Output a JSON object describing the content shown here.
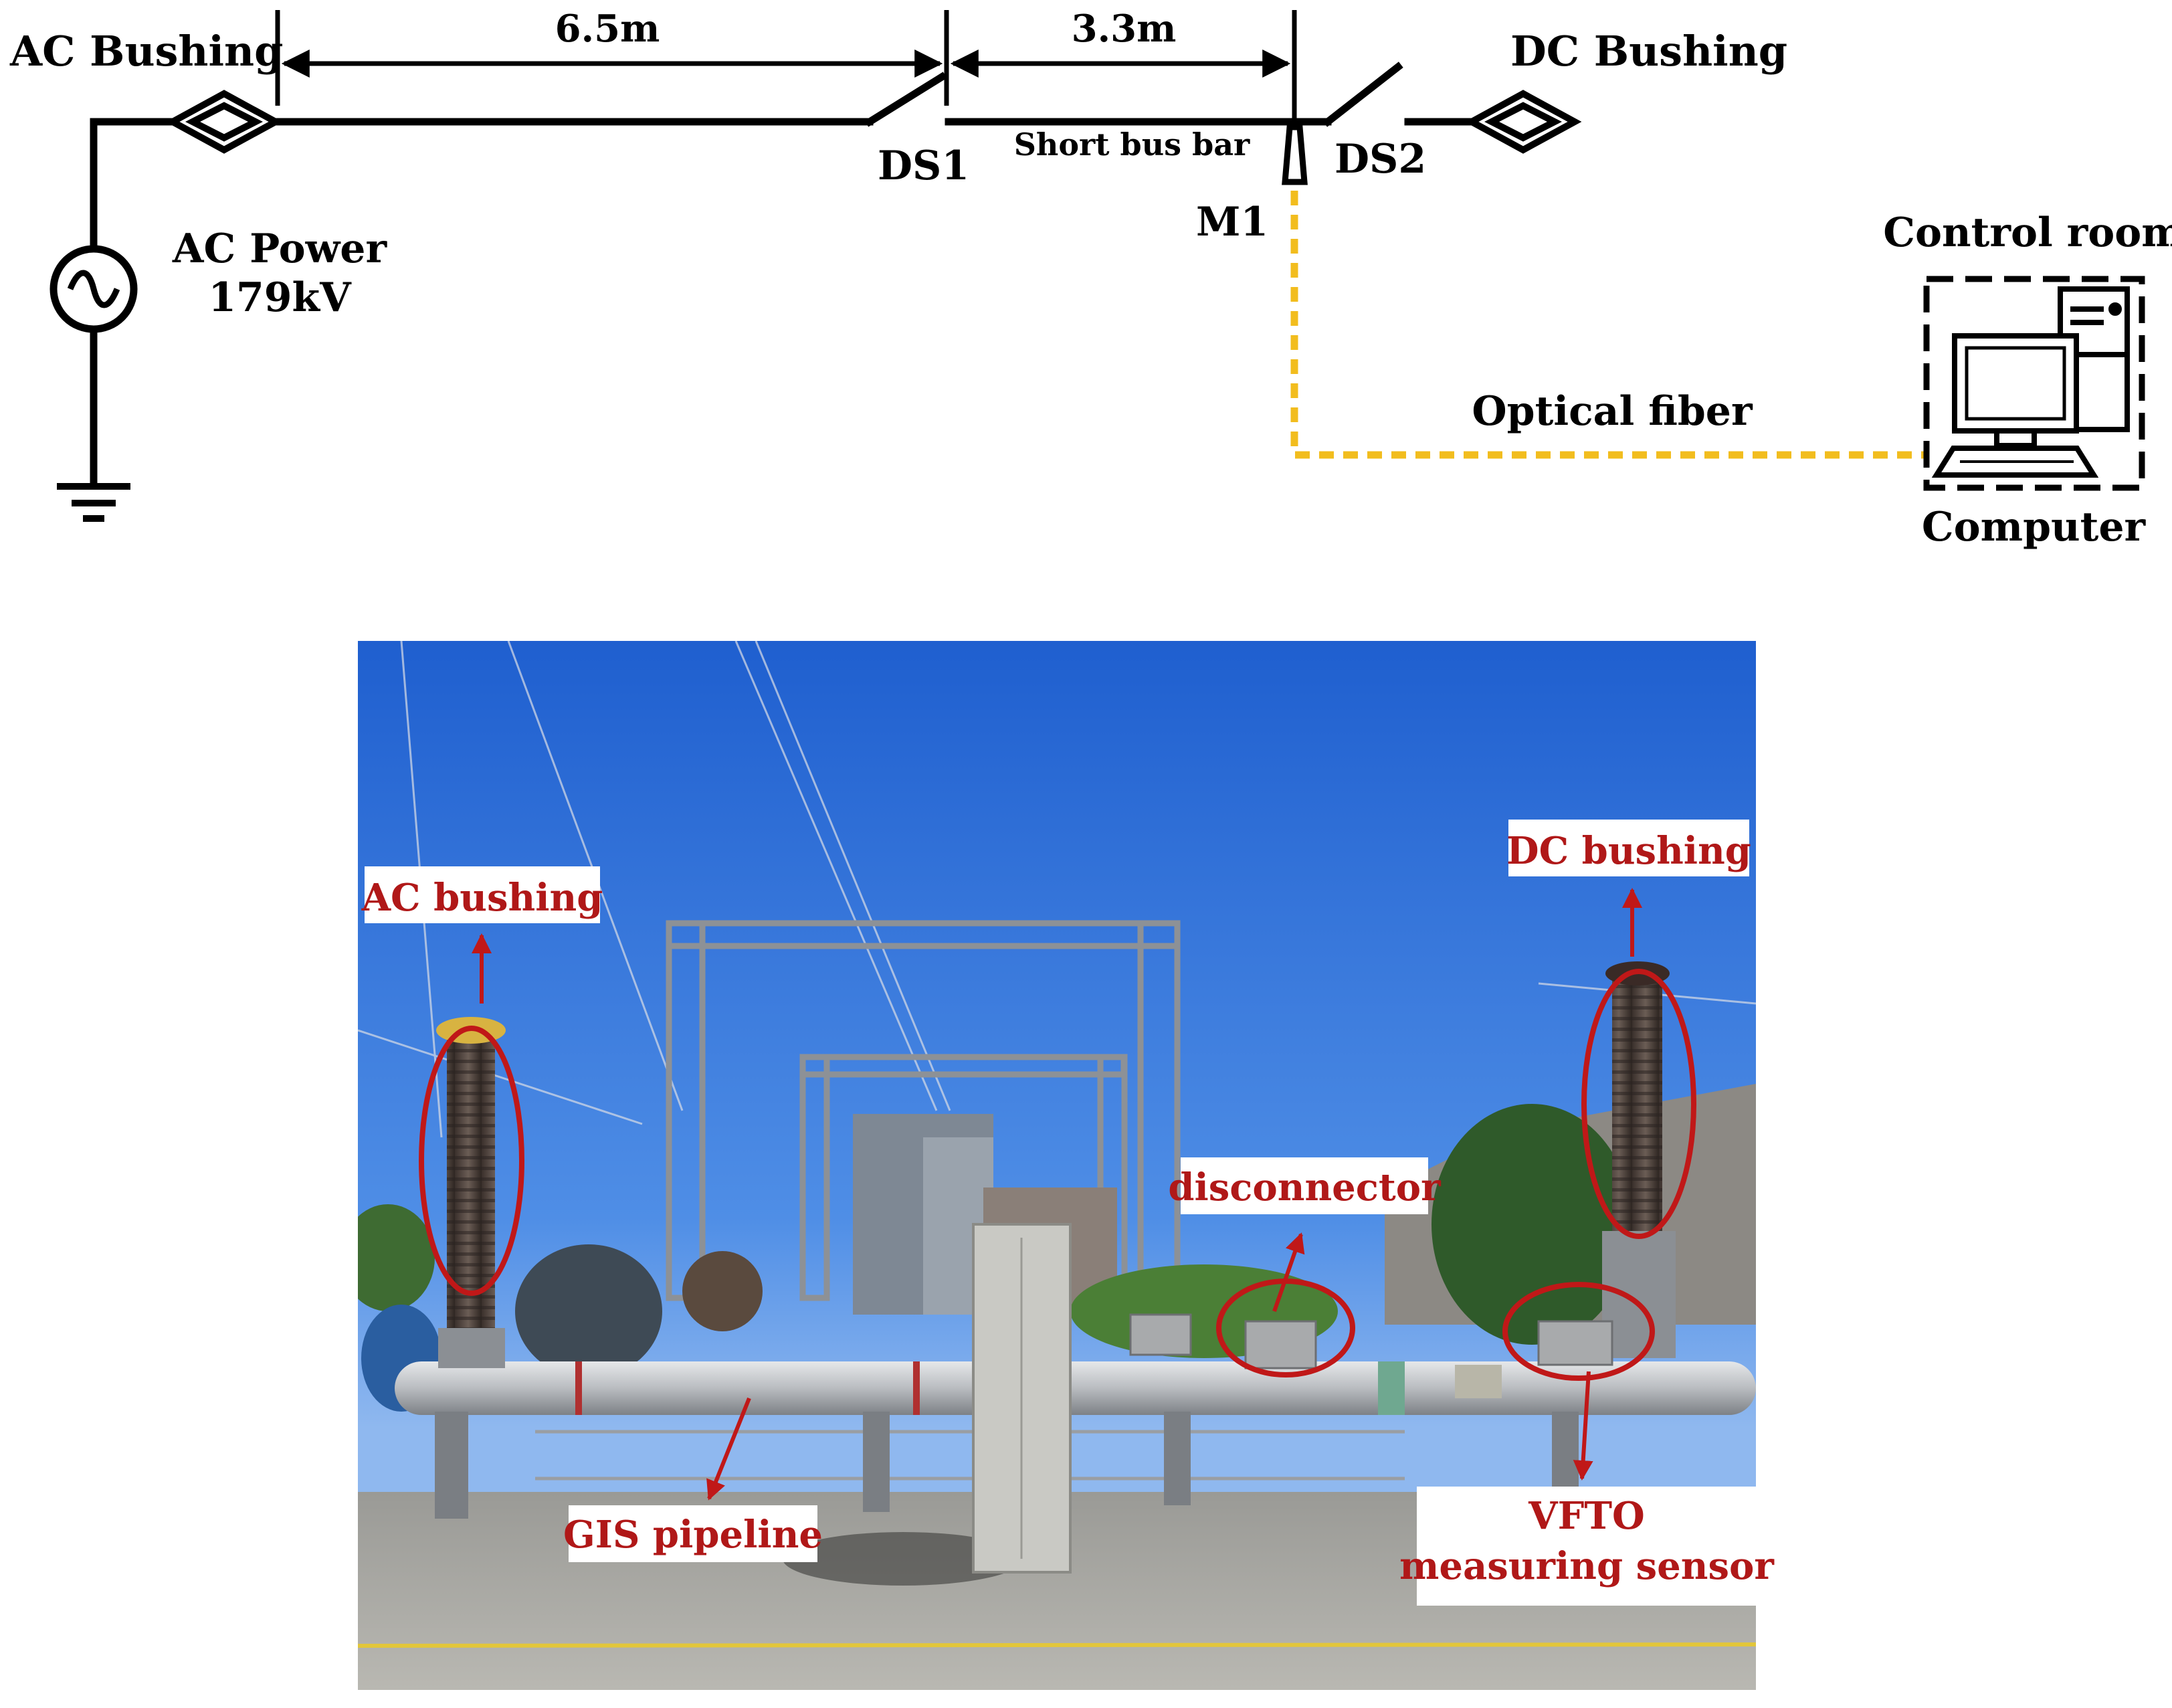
{
  "schematic": {
    "ac_bushing": "AC Bushing",
    "dc_bushing": "DC Bushing",
    "dim_left": "6.5m",
    "dim_right": "3.3m",
    "short_bus_bar": "Short bus bar",
    "ds1": "DS1",
    "ds2": "DS2",
    "m1": "M1",
    "ac_power_line1": "AC Power",
    "ac_power_line2": "179kV",
    "optical_fiber": "Optical fiber",
    "control_room": "Control room",
    "computer": "Computer"
  },
  "photo": {
    "ac_bushing": "AC bushing",
    "dc_bushing": "DC bushing",
    "disconnector": "disconnector",
    "gis_pipeline": "GIS pipeline",
    "vfto_line1": "VFTO",
    "vfto_line2": "measuring sensor"
  },
  "colors": {
    "line": "#000000",
    "fiber": "#f2bd1e",
    "annotation": "#b01818",
    "sky": "#2f6fd6"
  },
  "icons": [
    "ac-source-icon",
    "ground-icon",
    "bushing-icon",
    "computer-icon",
    "sensor-probe-icon"
  ]
}
